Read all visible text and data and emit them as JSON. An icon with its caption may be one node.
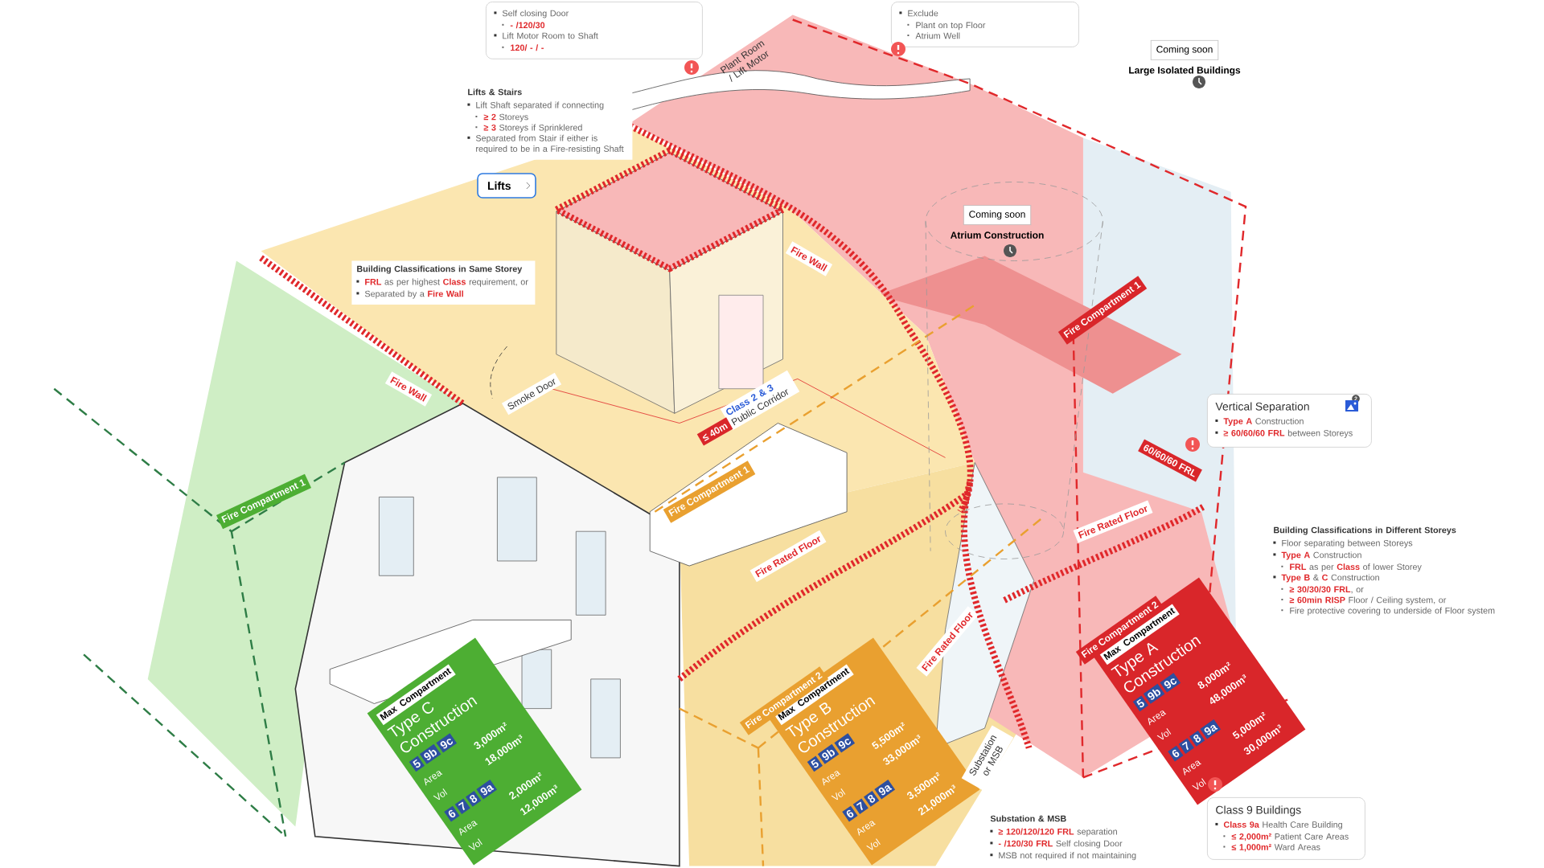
{
  "diagram": {
    "nodes": [
      {
        "text": [
          "Self closing Door",
          "**- /120/30**",
          "Lift Motor Room to Shaft",
          "**120/ - / -**"
        ]
      },
      {
        "text": [
          "Exclude",
          "Plant on top Floor",
          "Atrium Well"
        ]
      },
      {
        "text": [
          "Coming soon",
          "Large Isolated Buildings"
        ]
      },
      {
        "text": [
          "Lifts & Stairs",
          "Lift Shaft separated if connecting",
          "**≥ 2** Storeys",
          "**≥ 3** Storeys if Sprinklered",
          "Separated from Stair if either is required to be in a Fire-resisting Shaft"
        ]
      },
      {
        "text": [
          "Lifts"
        ]
      },
      {
        "text": [
          "Coming soon",
          "Atrium Construction"
        ]
      },
      {
        "text": [
          "Building Classifications in Same Storey",
          "**FRL** as per highest **Class** requirement, or",
          "Separated by a **Fire Wall**"
        ]
      },
      {
        "text": [
          "Vertical Separation",
          "**Type A** Construction",
          "**≥ 60/60/60 FRL** between Storeys"
        ]
      },
      {
        "text": [
          "Building Classifications in Different Storeys",
          "Floor separating between Storeys",
          "**Type A** Construction",
          "**FRL** as per **Class** of lower Storey",
          "**Type B** & **C** Construction",
          "**≥ 30/30/30 FRL**, or",
          "**≥ 60min RISP** Floor / Ceiling system, or",
          "Fire protective covering to underside of Floor system"
        ]
      },
      {
        "text": [
          "Max Compartment",
          "Type **A** Construction",
          "5",
          "9b",
          "9c",
          "8,000m²",
          "48,000m³",
          "Area",
          "Vol",
          "6",
          "7",
          "8",
          "9a",
          "5,000m²",
          "30,000m³",
          "Area",
          "Vol"
        ]
      },
      {
        "text": [
          "Max Compartment",
          "Type **B** Construction",
          "5",
          "9b",
          "9c",
          "5,500m²",
          "33,000m³",
          "Area",
          "Vol",
          "6",
          "7",
          "8",
          "9a",
          "3,500m²",
          "21,000m³",
          "Area",
          "Vol"
        ]
      },
      {
        "text": [
          "Class 9 Buildings",
          "**Class 9a** Health Care Building",
          "**≤ 2,000m²** Patient Care Areas",
          "**≤ 1,000m²** Ward Areas"
        ]
      },
      {
        "text": [
          "Substation & MSB",
          "**≥ 120/120/120 FRL** separation",
          "**- /120/30 FRL** Self closing Door",
          "MSB not required if not maintaining"
        ]
      },
      {
        "text": [
          "Max Compartment",
          "Type **C** Construction",
          "5",
          "9b",
          "9c",
          "3,000m²",
          "18,000m³",
          "Area",
          "Vol",
          "6",
          "7",
          "8",
          "9a",
          "2,000m²",
          "12,000m³",
          "Area",
          "Vol"
        ]
      }
    ],
    "labels": [
      "Plant Room / Lift Motor",
      "Fire Wall",
      "Fire Compartment 1",
      "Fire Wall",
      "Smoke Door",
      "**Class 2 & 3** Public Corridor",
      "≤ 40m",
      "60/60/60 FRL",
      "Fire Compartment 1",
      "Fire Compartment 1",
      "Fire Rated Floor",
      "Fire Rated Floor",
      "Fire Compartment 2",
      "Fire Rated Floor",
      "Fire Compartment 2",
      "Substation or MSB",
      "2"
    ]
  }
}
